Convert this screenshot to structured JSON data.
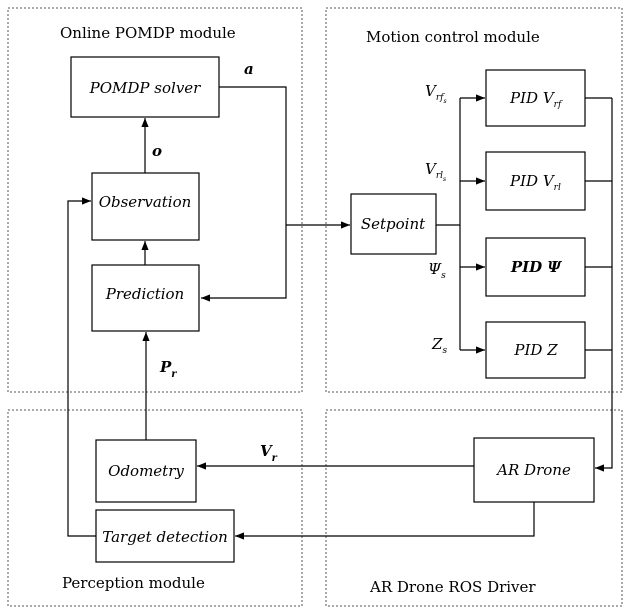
{
  "modules": {
    "pomdp": "Online POMDP module",
    "motion": "Motion control module",
    "perception": "Perception module",
    "ros": "AR Drone ROS Driver"
  },
  "blocks": {
    "solver": "POMDP solver",
    "observation": "Observation",
    "prediction": "Prediction",
    "odometry": "Odometry",
    "target": "Target detection",
    "setpoint": "Setpoint",
    "pid_vrf": "PID V",
    "pid_vrf_sub": "rf",
    "pid_vrl": "PID V",
    "pid_vrl_sub": "rl",
    "pid_psi": "PID Ψ",
    "pid_z": "PID Z",
    "ardrone": "AR Drone"
  },
  "signals": {
    "a": "a",
    "o": "o",
    "pr": "P",
    "pr_sub": "r",
    "vr": "V",
    "vr_sub": "r",
    "vrf": "V",
    "vrf_sub": "rf",
    "vrf_subsub": "s",
    "vrl": "V",
    "vrl_sub": "rl",
    "vrl_subsub": "s",
    "psi": "Ψ",
    "psi_sub": "s",
    "z": "Z",
    "z_sub": "s"
  }
}
